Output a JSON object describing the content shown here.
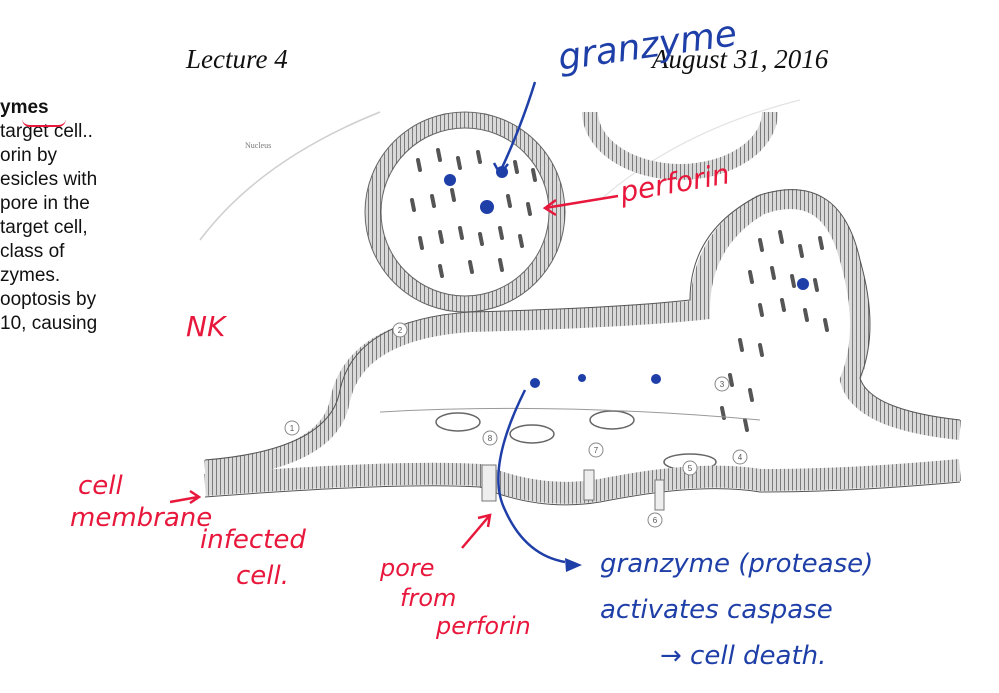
{
  "header": {
    "lecture": "Lecture 4",
    "date": "August 31, 2016"
  },
  "notes": [
    "ymes",
    "target cell..",
    "orin by",
    "esicles with",
    "",
    "pore in the",
    "target cell,",
    "class of",
    "zymes.",
    "ooptosis by",
    "10, causing"
  ],
  "figure": {
    "tiny_label": "Nucleus",
    "numbered_markers": [
      "1",
      "2",
      "3",
      "4",
      "5",
      "6",
      "7",
      "8"
    ]
  },
  "annotations": {
    "granzyme": "granzyme",
    "perforin": "perforin",
    "nk": "NK",
    "cell_membrane_1": "cell",
    "cell_membrane_2": "membrane",
    "infected_1": "infected",
    "infected_2": "cell.",
    "pore_1": "pore",
    "pore_2": "from",
    "pore_3": "perforin",
    "bottom_1": "granzyme (protease)",
    "bottom_2": "activates caspase",
    "bottom_3": "→ cell death."
  },
  "colors": {
    "blue_ink": "#1f3fa8",
    "red_ink": "#e8183c",
    "membrane": "#6e6e6e"
  }
}
